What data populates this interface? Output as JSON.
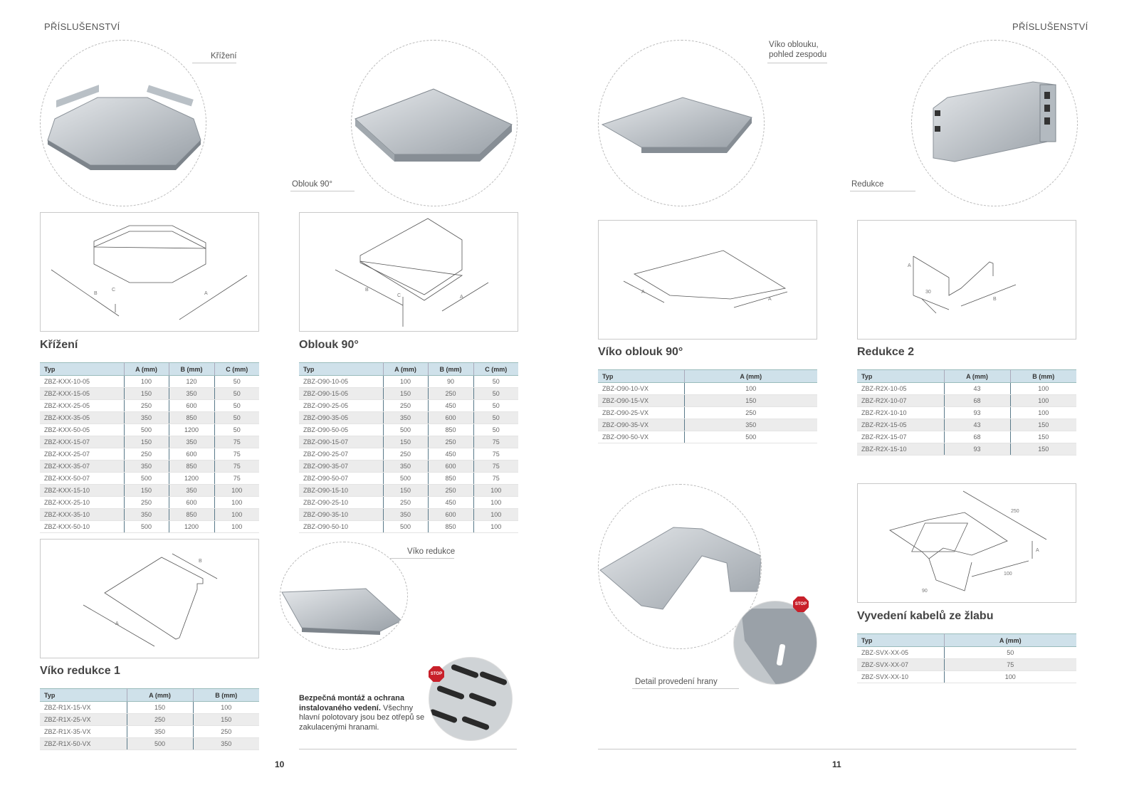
{
  "header": {
    "left": "PŘÍSLUŠENSTVÍ",
    "right": "PŘÍSLUŠENSTVÍ"
  },
  "pages": {
    "left": "10",
    "right": "11"
  },
  "callouts": {
    "krizeni": "Křížení",
    "oblouk90": "Oblouk 90°",
    "viko_oblouku_1": "Víko oblouku,",
    "viko_oblouku_2": "pohled zespodu",
    "redukce": "Redukce",
    "viko_redukce": "Víko redukce",
    "detail": "Detail provedení hrany"
  },
  "stop_label": "STOP",
  "note": {
    "bold": "Bezpečná montáž a ochrana instalovaného vedení.",
    "text": " Všechny hlavní polotovary jsou bez otřepů se zakulacenými hranami."
  },
  "sections": {
    "krizeni": {
      "title": "Křížení",
      "headers": [
        "Typ",
        "A (mm)",
        "B (mm)",
        "C (mm)"
      ],
      "rows": [
        [
          "ZBZ-KXX-10-05",
          "100",
          "120",
          "50"
        ],
        [
          "ZBZ-KXX-15-05",
          "150",
          "350",
          "50"
        ],
        [
          "ZBZ-KXX-25-05",
          "250",
          "600",
          "50"
        ],
        [
          "ZBZ-KXX-35-05",
          "350",
          "850",
          "50"
        ],
        [
          "ZBZ-KXX-50-05",
          "500",
          "1200",
          "50"
        ],
        [
          "ZBZ-KXX-15-07",
          "150",
          "350",
          "75"
        ],
        [
          "ZBZ-KXX-25-07",
          "250",
          "600",
          "75"
        ],
        [
          "ZBZ-KXX-35-07",
          "350",
          "850",
          "75"
        ],
        [
          "ZBZ-KXX-50-07",
          "500",
          "1200",
          "75"
        ],
        [
          "ZBZ-KXX-15-10",
          "150",
          "350",
          "100"
        ],
        [
          "ZBZ-KXX-25-10",
          "250",
          "600",
          "100"
        ],
        [
          "ZBZ-KXX-35-10",
          "350",
          "850",
          "100"
        ],
        [
          "ZBZ-KXX-50-10",
          "500",
          "1200",
          "100"
        ]
      ]
    },
    "oblouk": {
      "title": "Oblouk 90°",
      "headers": [
        "Typ",
        "A (mm)",
        "B (mm)",
        "C (mm)"
      ],
      "rows": [
        [
          "ZBZ-O90-10-05",
          "100",
          "90",
          "50"
        ],
        [
          "ZBZ-O90-15-05",
          "150",
          "250",
          "50"
        ],
        [
          "ZBZ-O90-25-05",
          "250",
          "450",
          "50"
        ],
        [
          "ZBZ-O90-35-05",
          "350",
          "600",
          "50"
        ],
        [
          "ZBZ-O90-50-05",
          "500",
          "850",
          "50"
        ],
        [
          "ZBZ-O90-15-07",
          "150",
          "250",
          "75"
        ],
        [
          "ZBZ-O90-25-07",
          "250",
          "450",
          "75"
        ],
        [
          "ZBZ-O90-35-07",
          "350",
          "600",
          "75"
        ],
        [
          "ZBZ-O90-50-07",
          "500",
          "850",
          "75"
        ],
        [
          "ZBZ-O90-15-10",
          "150",
          "250",
          "100"
        ],
        [
          "ZBZ-O90-25-10",
          "250",
          "450",
          "100"
        ],
        [
          "ZBZ-O90-35-10",
          "350",
          "600",
          "100"
        ],
        [
          "ZBZ-O90-50-10",
          "500",
          "850",
          "100"
        ]
      ]
    },
    "viko_redukce1": {
      "title": "Víko redukce 1",
      "headers": [
        "Typ",
        "A (mm)",
        "B (mm)"
      ],
      "rows": [
        [
          "ZBZ-R1X-15-VX",
          "150",
          "100"
        ],
        [
          "ZBZ-R1X-25-VX",
          "250",
          "150"
        ],
        [
          "ZBZ-R1X-35-VX",
          "350",
          "250"
        ],
        [
          "ZBZ-R1X-50-VX",
          "500",
          "350"
        ]
      ]
    },
    "viko_oblouk": {
      "title": "Víko oblouk 90°",
      "headers": [
        "Typ",
        "A (mm)"
      ],
      "rows": [
        [
          "ZBZ-O90-10-VX",
          "100"
        ],
        [
          "ZBZ-O90-15-VX",
          "150"
        ],
        [
          "ZBZ-O90-25-VX",
          "250"
        ],
        [
          "ZBZ-O90-35-VX",
          "350"
        ],
        [
          "ZBZ-O90-50-VX",
          "500"
        ]
      ]
    },
    "redukce2": {
      "title": "Redukce 2",
      "headers": [
        "Typ",
        "A (mm)",
        "B (mm)"
      ],
      "rows": [
        [
          "ZBZ-R2X-10-05",
          "43",
          "100"
        ],
        [
          "ZBZ-R2X-10-07",
          "68",
          "100"
        ],
        [
          "ZBZ-R2X-10-10",
          "93",
          "100"
        ],
        [
          "ZBZ-R2X-15-05",
          "43",
          "150"
        ],
        [
          "ZBZ-R2X-15-07",
          "68",
          "150"
        ],
        [
          "ZBZ-R2X-15-10",
          "93",
          "150"
        ]
      ]
    },
    "vyvedeni": {
      "title": "Vyvedení kabelů ze žlabu",
      "headers": [
        "Typ",
        "A (mm)"
      ],
      "rows": [
        [
          "ZBZ-SVX-XX-05",
          "50"
        ],
        [
          "ZBZ-SVX-XX-07",
          "75"
        ],
        [
          "ZBZ-SVX-XX-10",
          "100"
        ]
      ]
    }
  },
  "dims": {
    "a": "A",
    "b": "B",
    "c": "C",
    "v30": "30",
    "v250": "250",
    "v100": "100",
    "v90": "90"
  }
}
